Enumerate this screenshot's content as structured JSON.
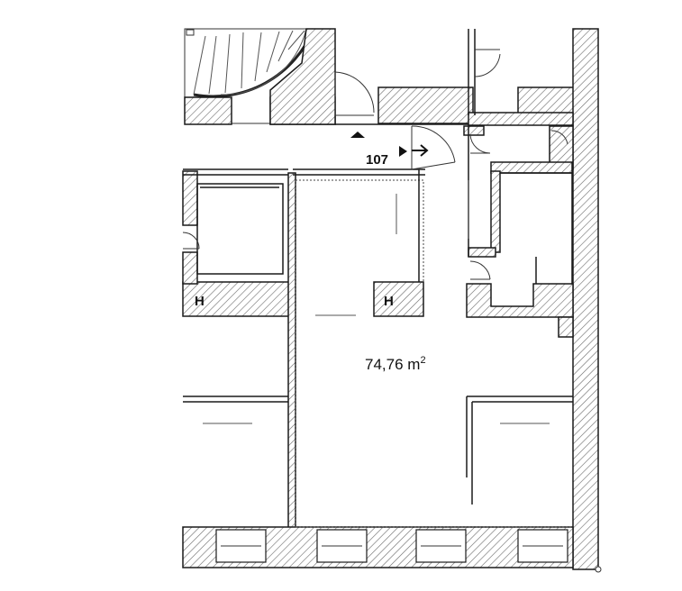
{
  "plan": {
    "unit_number": "107",
    "area_value": "74,76 m",
    "area_unit_exponent": "2",
    "radiator_marker": "H",
    "colors": {
      "wall_line": "#1a1a1a",
      "hatch": "#6a6a6a",
      "background": "#ffffff"
    }
  }
}
